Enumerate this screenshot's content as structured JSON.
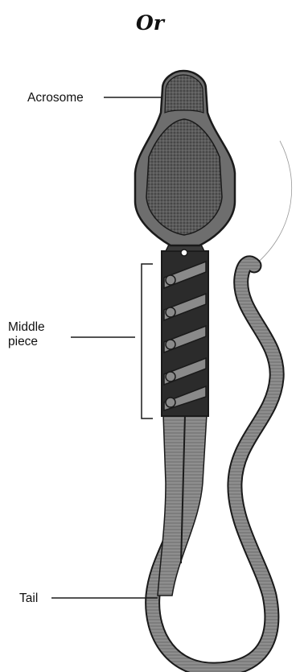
{
  "heading": "Or",
  "labels": {
    "acrosome": "Acrosome",
    "middle_piece_line1": "Middle",
    "middle_piece_line2": "piece",
    "tail": "Tail"
  },
  "colors": {
    "stroke": "#1a1a1a",
    "head_fill": "#6e6e6e",
    "nucleus_fill": "#4a4a4a",
    "middle_fill": "#2b2b2b",
    "tail_fill": "#8a8a8a"
  }
}
